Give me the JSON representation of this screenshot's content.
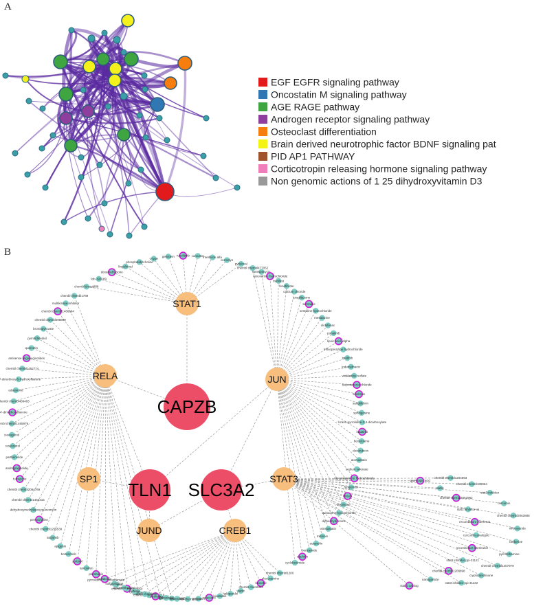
{
  "panel_a": {
    "label": "A",
    "legend": [
      {
        "label": "EGF EGFR signaling pathway",
        "color": "#e31a1c"
      },
      {
        "label": "Oncostatin M signaling pathway",
        "color": "#2f78b4"
      },
      {
        "label": "AGE RAGE pathway",
        "color": "#3ea541"
      },
      {
        "label": "Androgen receptor signaling pathway",
        "color": "#8e3e9c"
      },
      {
        "label": "Osteoclast differentiation",
        "color": "#f57e0e"
      },
      {
        "label": "Brain derived neurotrophic factor BDNF signaling pat",
        "color": "#f3f315"
      },
      {
        "label": "PID AP1 PATHWAY",
        "color": "#a0522d"
      },
      {
        "label": "Corticotropin releasing hormone signaling pathway",
        "color": "#f07ebb"
      },
      {
        "label": "Non genomic actions of 1 25 dihydroxyvitamin D3",
        "color": "#999999"
      }
    ]
  },
  "panel_b": {
    "label": "B",
    "targets": [
      {
        "label": "CAPZB"
      },
      {
        "label": "TLN1"
      },
      {
        "label": "SLC3A2"
      }
    ],
    "tfs": [
      {
        "label": "STAT1"
      },
      {
        "label": "RELA"
      },
      {
        "label": "JUN"
      },
      {
        "label": "SP1"
      },
      {
        "label": "STAT3"
      },
      {
        "label": "JUND"
      },
      {
        "label": "CREB1"
      }
    ],
    "drugs_left": [
      "chembl chembl1789",
      "multikinase inhibitor",
      "chembl chembl1466694",
      "chembl chembl496890",
      "bromopyruvate",
      "pyrrolidinediol",
      "quercetin",
      "antisense oligonucleotides",
      "chembl chembl1452774",
      "4,7-dimethoxy-5-hydroxyflavone",
      "edaravone",
      "chembl chembl489483",
      "6,4'-dimethoxyflavone",
      "chembl chembl1465979",
      "isoeugenol",
      "resveratrol",
      "parthenolide",
      "andrographolide",
      "tolcapone",
      "chembl chembl2064769",
      "chembl chembl1464415",
      "dehydroxymethylepoxyquinomicin",
      "pentoxifylline",
      "chembl chembl1255530",
      "ixazomib",
      "apigenin",
      "bortezomib",
      "sorbitol",
      "tamoxifen",
      "plumbagin",
      "pyrrolidine dithiocarbamate",
      "curcumin",
      "chembl chembl448550",
      "clofibric acid",
      "chembl chembl682718",
      "aspirin",
      "chembl chembl179894"
    ],
    "drugs_right": [
      "chembl chembl477052",
      "tanespimycin",
      "vanoxerine hydrochloride",
      "tranilast",
      "fenofibrate",
      "calcium chloride",
      "pioglitazone",
      "sertraline",
      "sertraline hydrochloride",
      "mesalazine",
      "diclofenac",
      "ponatinib",
      "lipoic acid, alpha",
      "trifluoperazine hydrochloride",
      "imatinib",
      "indomethacin",
      "vinblastine sulfate",
      "isoproterenol chloride",
      "sirolimus",
      "sanglifehrin",
      "sphingosine",
      "l-trans-pyrrolidine-2,4-dicarboxylate",
      "lapatinib",
      "bexarotene",
      "doxorubicin",
      "atorvastatin",
      "sodium selenate",
      "mecamylamine hydrochloride",
      "hesperidin",
      "lithium",
      "vincristine",
      "quinacrine hydrochloride",
      "diphenhydramine",
      "simvastatin",
      "tretinoin",
      "auranofin",
      "benzamide",
      "cisplatin",
      "cycloheximide"
    ],
    "drugs_far": [
      "chembl chembl1204693",
      "gambogic acid",
      "chembl chembl189964",
      "stattic",
      "stat3-inhibitor",
      "chembl chembl2062962",
      "curcumin",
      "stat3 inhibitor vii",
      "chembl chembl2062888",
      "recombinant interferon",
      "nifuroxazide",
      "curcumin analogue",
      "berberine",
      "recombinant interleukin",
      "pyrimethamine",
      "stat3 inhibitor ppi-31121",
      "chembl chembl1407979",
      "chembl chembl1208898",
      "cryptotanshinone",
      "nanoparticle",
      "stat3 inhibitor ppi-31122",
      "stattic analog"
    ],
    "drugs_bottom": [
      "chembl chembl1200",
      "glucosamine",
      "brusatol",
      "chembl chembl13",
      "stattic",
      "haloperidol",
      "lovastatin",
      "celecoxib",
      "genistein",
      "chembl chembl2104",
      "resveratrol",
      "flavopiridol",
      "pictilisib",
      "chembl chembl38",
      "caffeine",
      "dexamethasone",
      "sulfasalazine",
      "melatonin"
    ],
    "drugs_top": [
      "chembl chembl88",
      "ldn-193189",
      "dexamethasone",
      "fingolimod",
      "phosphatidylcholine",
      "c-type",
      "genistein",
      "ruxolitinib",
      "curcumin",
      "interferon alfa",
      "cromolyn",
      "pyridoxal"
    ]
  }
}
